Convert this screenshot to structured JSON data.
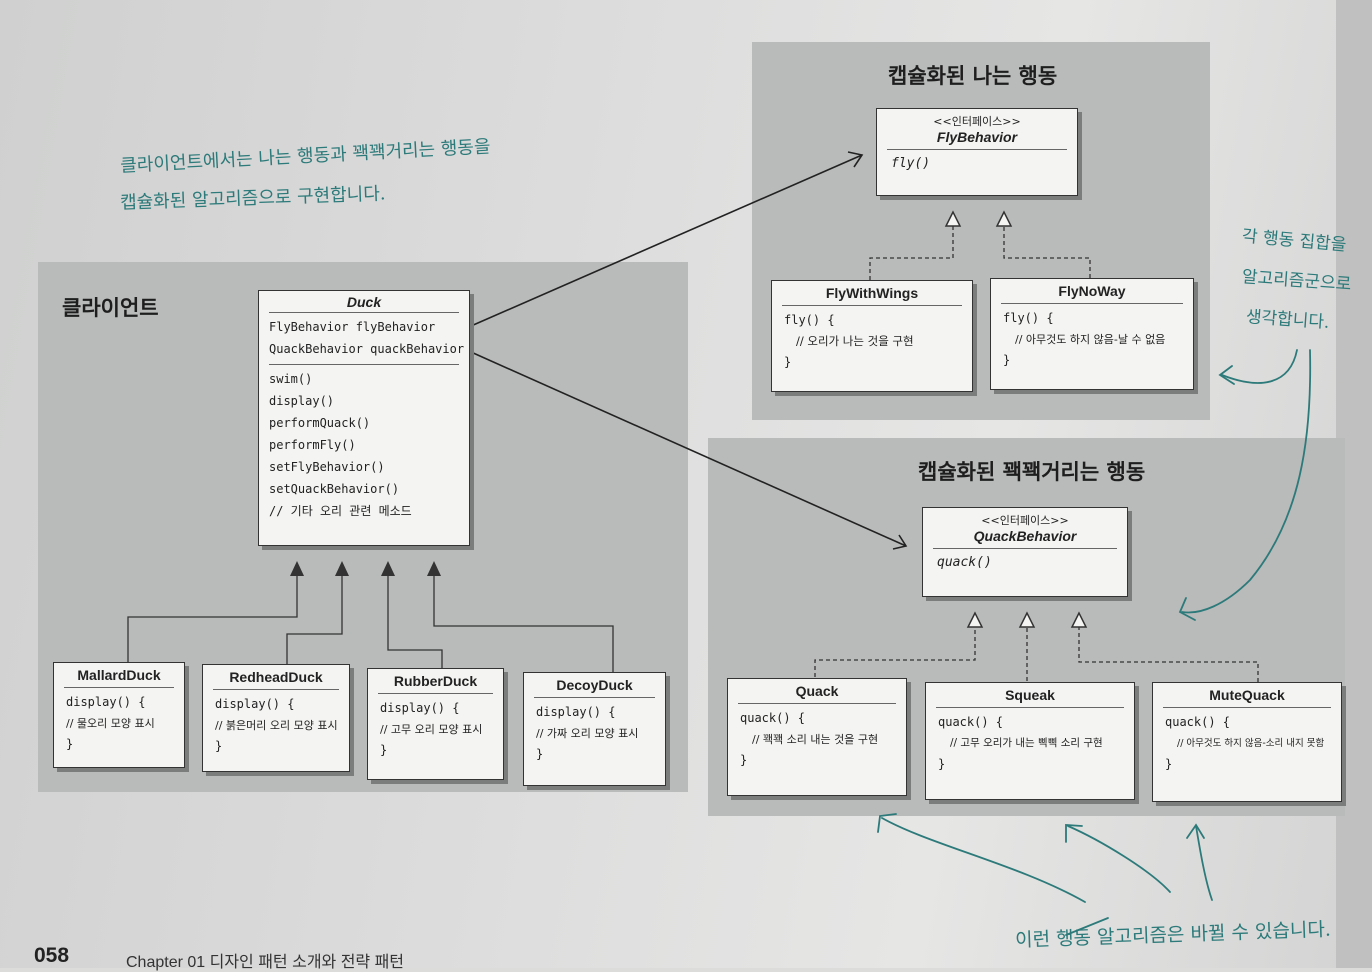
{
  "annotations": {
    "top_left_line1": "클라이언트에서는 나는 행동과 꽥꽥거리는 행동을",
    "top_left_line2": "캡슐화된 알고리즘으로 구현합니다.",
    "right_line1": "각 행동 집합을",
    "right_line2": "알고리즘군으로",
    "right_line3": "생각합니다.",
    "bottom": "이런 행동 알고리즘은 바뀔 수 있습니다."
  },
  "client": {
    "title": "클라이언트",
    "duck": {
      "name": "Duck",
      "fields": [
        "FlyBehavior flyBehavior",
        "QuackBehavior quackBehavior"
      ],
      "methods": [
        "swim()",
        "display()",
        "performQuack()",
        "performFly()",
        "setFlyBehavior()",
        "setQuackBehavior()",
        "// 기타 오리 관련 메소드"
      ]
    },
    "subclasses": [
      {
        "name": "MallardDuck",
        "line1": "display() {",
        "line2": "// 물오리 모양 표시",
        "line3": "}"
      },
      {
        "name": "RedheadDuck",
        "line1": "display() {",
        "line2": "// 붉은머리 오리 모양 표시",
        "line3": "}"
      },
      {
        "name": "RubberDuck",
        "line1": "display() {",
        "line2": "// 고무 오리 모양 표시",
        "line3": "}"
      },
      {
        "name": "DecoyDuck",
        "line1": "display() {",
        "line2": "// 가짜 오리 모양 표시",
        "line3": "}"
      }
    ]
  },
  "fly": {
    "title": "캡슐화된 나는 행동",
    "interface": {
      "stereotype": "<<인터페이스>>",
      "name": "FlyBehavior",
      "method": "fly()"
    },
    "impls": [
      {
        "name": "FlyWithWings",
        "line1": "fly() {",
        "line2": "// 오리가 나는 것을 구현",
        "line3": "}"
      },
      {
        "name": "FlyNoWay",
        "line1": "fly() {",
        "line2": "// 아무것도 하지 않음-날 수 없음",
        "line3": "}"
      }
    ]
  },
  "quack": {
    "title": "캡슐화된 꽥꽥거리는 행동",
    "interface": {
      "stereotype": "<<인터페이스>>",
      "name": "QuackBehavior",
      "method": "quack()"
    },
    "impls": [
      {
        "name": "Quack",
        "line1": "quack() {",
        "line2": "// 꽥꽥 소리 내는 것을 구현",
        "line3": "}"
      },
      {
        "name": "Squeak",
        "line1": "quack() {",
        "line2": "// 고무 오리가 내는 삑삑 소리 구현",
        "line3": "}"
      },
      {
        "name": "MuteQuack",
        "line1": "quack() {",
        "line2": "// 아무것도 하지 않음-소리 내지 못함",
        "line3": "}"
      }
    ]
  },
  "footer": {
    "page_number": "058",
    "chapter": "Chapter 01  디자인 패턴 소개와 전략 패턴"
  },
  "colors": {
    "panel": "#b9baba",
    "box": "#f4f4f2",
    "handwriting": "#2d7a7a"
  }
}
